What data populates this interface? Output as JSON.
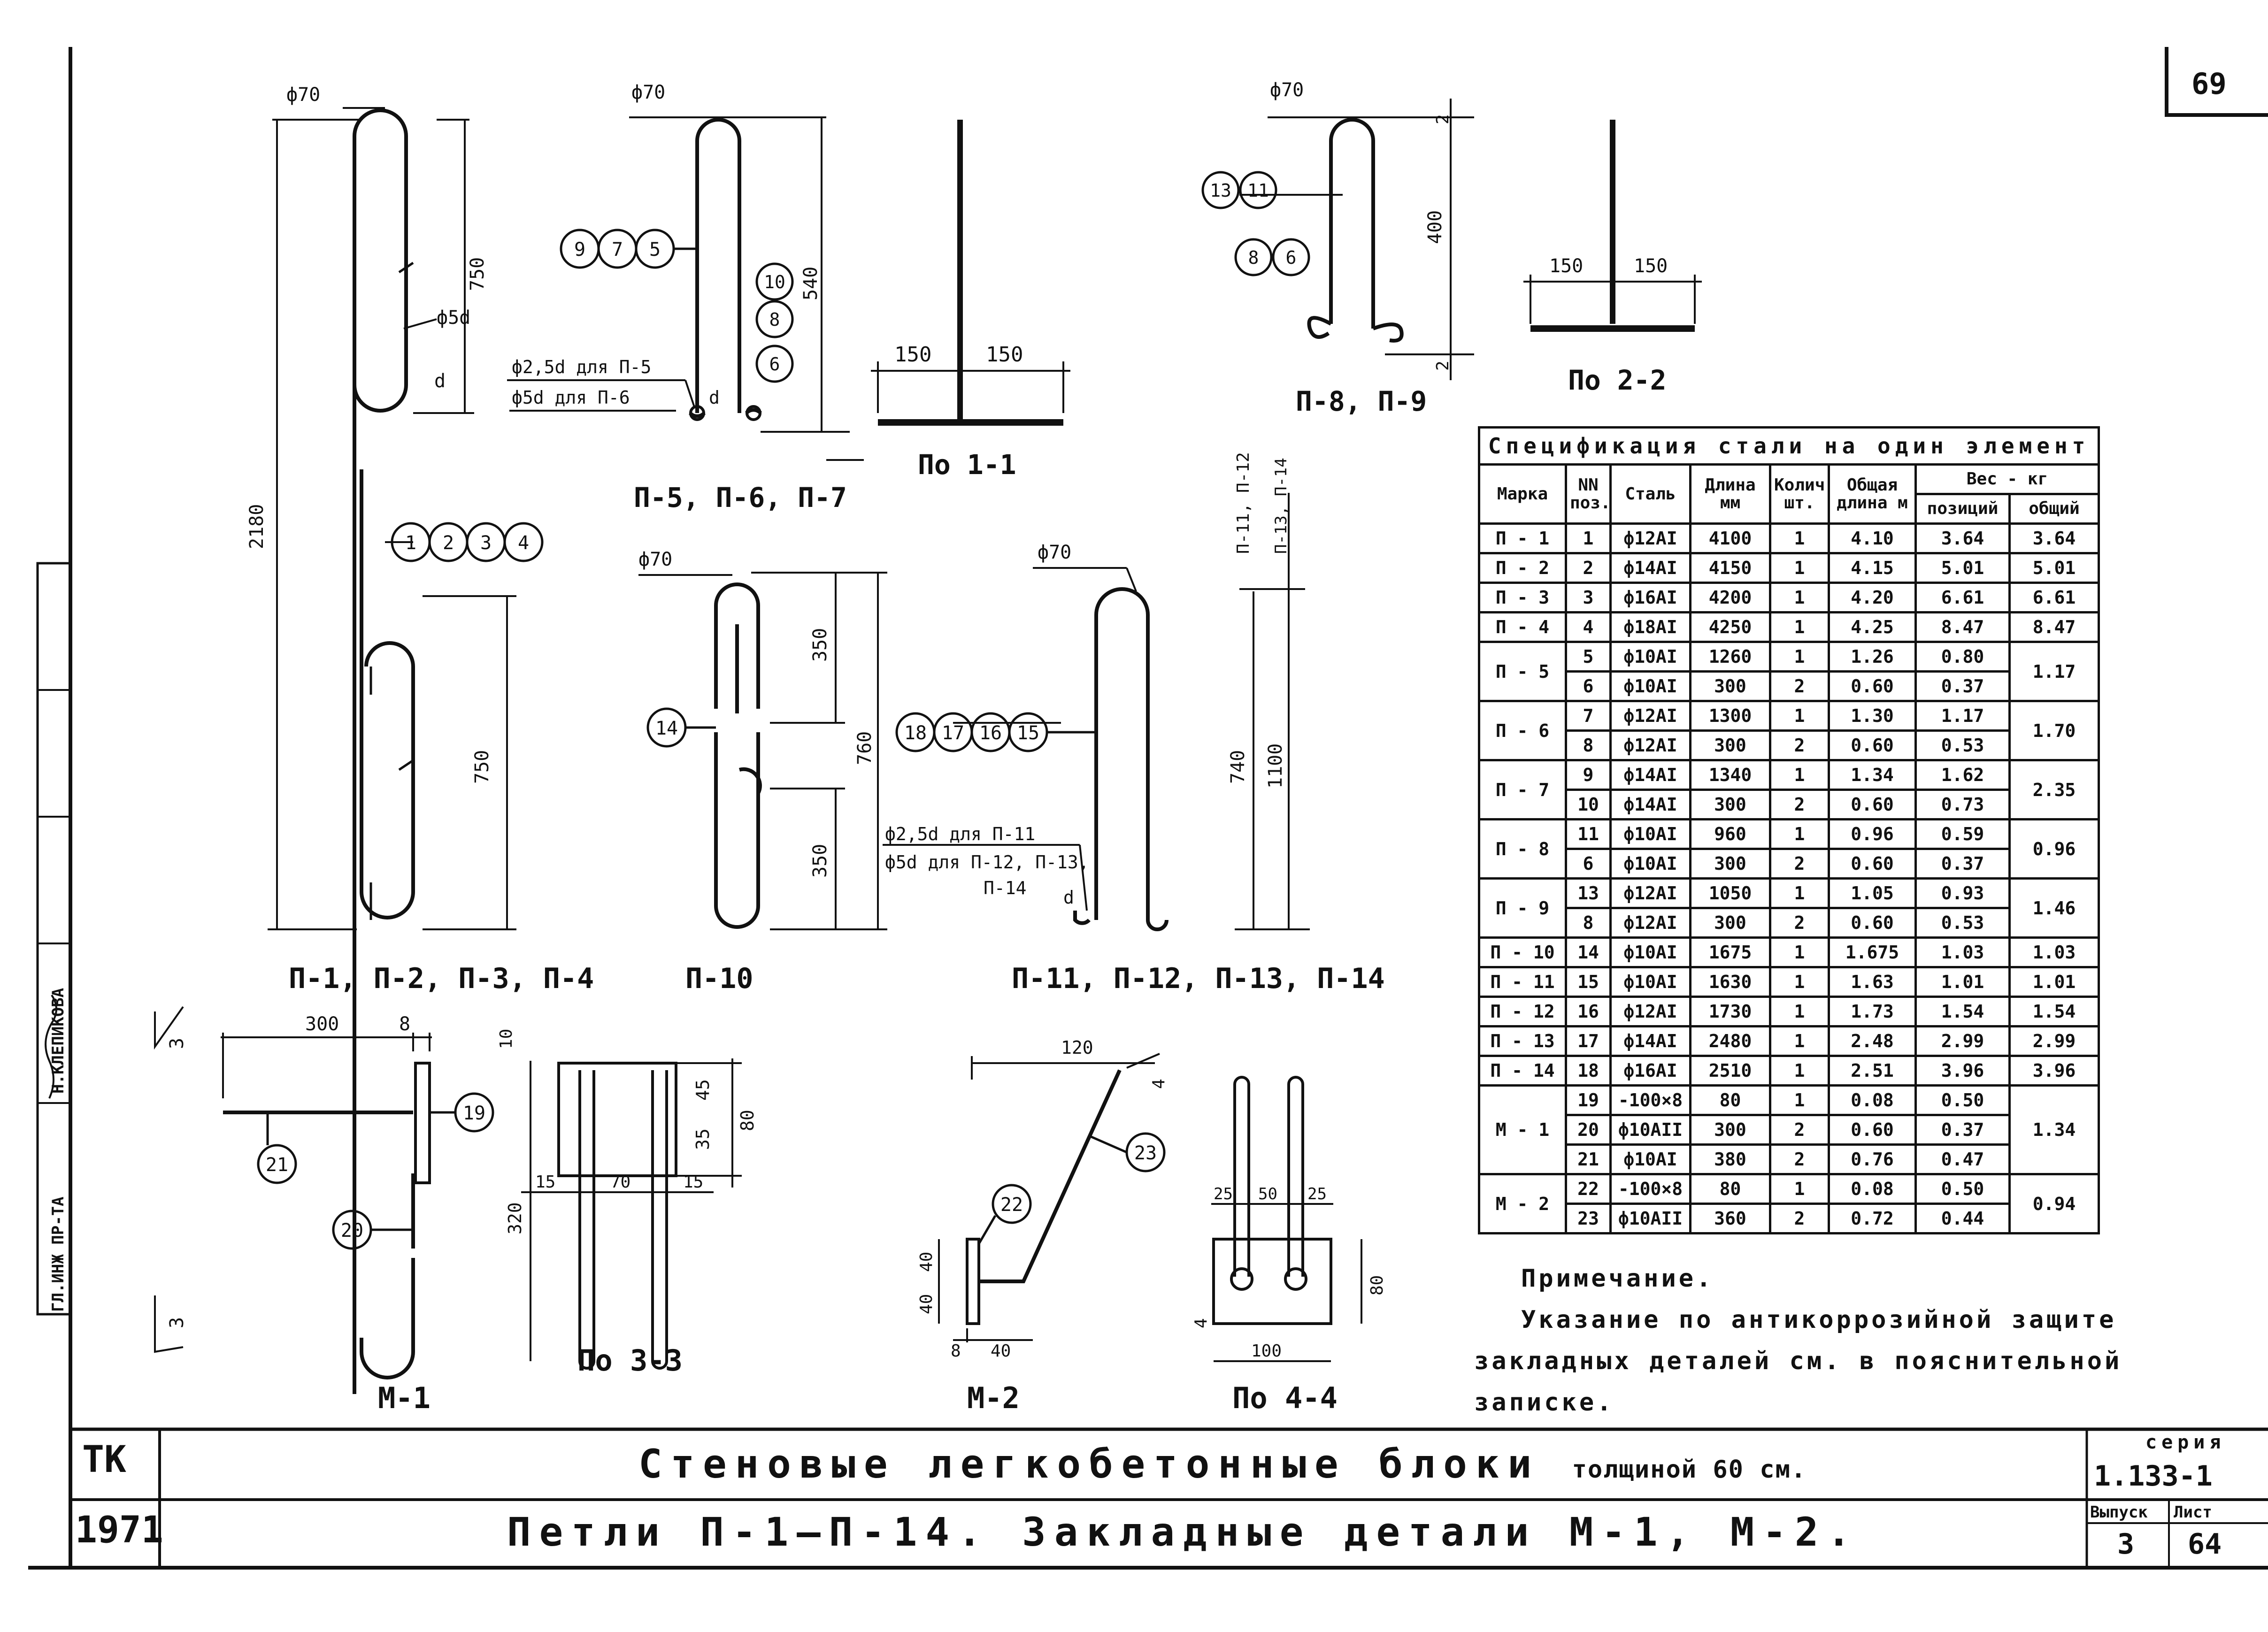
{
  "sheet_number": "69",
  "stamp": {
    "left": "ГЛ.ИНЖ ПР-ТА",
    "right": "Н.КЛЕПИКОВА"
  },
  "drawings": {
    "p1_group": {
      "caption": "П-1, П-2, П-3, П-4",
      "dim_diam": "ф70",
      "dim_750_top": "750",
      "dim_750_bot": "750",
      "dim_total": "2180",
      "dim_5d": "ф5d",
      "label_d": "d",
      "balloons": [
        "1",
        "2",
        "3",
        "4"
      ]
    },
    "p5_group": {
      "caption": "П-5, П-6, П-7",
      "dim_diam": "ф70",
      "dim_540": "540",
      "note1": "ф2,5d для П-5",
      "note2": "ф5d для П-6",
      "label_d": "d",
      "balloons_a": [
        "9",
        "7",
        "5"
      ],
      "balloons_b": [
        "10",
        "8",
        "6"
      ]
    },
    "section_1_1": {
      "caption": "По 1-1",
      "dim_left": "150",
      "dim_right": "150"
    },
    "p8_group": {
      "caption": "П-8, П-9",
      "dim_diam": "ф70",
      "dim_400": "400",
      "dim_2a": "2",
      "dim_2b": "2",
      "balloons_a": [
        "13",
        "11"
      ],
      "balloons_b": [
        "8",
        "6"
      ]
    },
    "section_2_2": {
      "caption": "По 2-2",
      "dim_left": "150",
      "dim_right": "150"
    },
    "p10": {
      "caption": "П-10",
      "dim_diam": "ф70",
      "dim_350a": "350",
      "dim_350b": "350",
      "dim_760": "760",
      "balloon": "14"
    },
    "p11_group": {
      "caption": "П-11, П-12, П-13, П-14",
      "dim_diam": "ф70",
      "dim_740": "740",
      "dim_1100": "1100",
      "head_a": "П-11, П-12",
      "head_b": "П-13, П-14",
      "note1": "ф2,5d для П-11",
      "note2": "ф5d для П-12, П-13,",
      "note3": "П-14",
      "label_d": "d",
      "balloons": [
        "18",
        "17",
        "16",
        "15"
      ]
    },
    "m1": {
      "caption": "М-1",
      "dim_300": "300",
      "dim_8": "8",
      "section_mark": "3",
      "balloons": [
        "19",
        "20",
        "21"
      ]
    },
    "section_3_3": {
      "caption": "По 3-3",
      "dim_10": "10",
      "dim_45": "45",
      "dim_35": "35",
      "dim_80": "80",
      "dim_320": "320",
      "dim_15a": "15",
      "dim_70": "70",
      "dim_15b": "15"
    },
    "m2": {
      "caption": "М-2",
      "dim_120": "120",
      "dim_4": "4",
      "dim_40a": "40",
      "dim_40b": "40",
      "dim_8": "8",
      "dim_40c": "40",
      "balloons": [
        "22",
        "23"
      ]
    },
    "section_4_4": {
      "caption": "По 4-4",
      "dim_25a": "25",
      "dim_50": "50",
      "dim_25b": "25",
      "dim_80": "80",
      "dim_100": "100",
      "dim_4": "4"
    }
  },
  "spec_table": {
    "title": "Спецификация стали на один элемент",
    "headers": {
      "mark": "Марка",
      "pos": "NN поз.",
      "steel": "Сталь",
      "length": "Длина мм",
      "qty": "Колич шт.",
      "total_len": "Общая длина м",
      "weight": "Вес - кг",
      "w_pos": "позиций",
      "w_total": "общий"
    },
    "groups": [
      {
        "mark": "П - 1",
        "total": "3.64",
        "rows": [
          {
            "pos": "1",
            "steel": "ф12АI",
            "len": "4100",
            "qty": "1",
            "tl": "4.10",
            "wp": "3.64"
          }
        ]
      },
      {
        "mark": "П - 2",
        "total": "5.01",
        "rows": [
          {
            "pos": "2",
            "steel": "ф14АI",
            "len": "4150",
            "qty": "1",
            "tl": "4.15",
            "wp": "5.01"
          }
        ]
      },
      {
        "mark": "П - 3",
        "total": "6.61",
        "rows": [
          {
            "pos": "3",
            "steel": "ф16АI",
            "len": "4200",
            "qty": "1",
            "tl": "4.20",
            "wp": "6.61"
          }
        ]
      },
      {
        "mark": "П - 4",
        "total": "8.47",
        "rows": [
          {
            "pos": "4",
            "steel": "ф18АI",
            "len": "4250",
            "qty": "1",
            "tl": "4.25",
            "wp": "8.47"
          }
        ]
      },
      {
        "mark": "П - 5",
        "total": "1.17",
        "rows": [
          {
            "pos": "5",
            "steel": "ф10АI",
            "len": "1260",
            "qty": "1",
            "tl": "1.26",
            "wp": "0.80"
          },
          {
            "pos": "6",
            "steel": "ф10АI",
            "len": "300",
            "qty": "2",
            "tl": "0.60",
            "wp": "0.37"
          }
        ]
      },
      {
        "mark": "П - 6",
        "total": "1.70",
        "rows": [
          {
            "pos": "7",
            "steel": "ф12АI",
            "len": "1300",
            "qty": "1",
            "tl": "1.30",
            "wp": "1.17"
          },
          {
            "pos": "8",
            "steel": "ф12АI",
            "len": "300",
            "qty": "2",
            "tl": "0.60",
            "wp": "0.53"
          }
        ]
      },
      {
        "mark": "П - 7",
        "total": "2.35",
        "rows": [
          {
            "pos": "9",
            "steel": "ф14АI",
            "len": "1340",
            "qty": "1",
            "tl": "1.34",
            "wp": "1.62"
          },
          {
            "pos": "10",
            "steel": "ф14АI",
            "len": "300",
            "qty": "2",
            "tl": "0.60",
            "wp": "0.73"
          }
        ]
      },
      {
        "mark": "П - 8",
        "total": "0.96",
        "rows": [
          {
            "pos": "11",
            "steel": "ф10АI",
            "len": "960",
            "qty": "1",
            "tl": "0.96",
            "wp": "0.59"
          },
          {
            "pos": "6",
            "steel": "ф10АI",
            "len": "300",
            "qty": "2",
            "tl": "0.60",
            "wp": "0.37"
          }
        ]
      },
      {
        "mark": "П - 9",
        "total": "1.46",
        "rows": [
          {
            "pos": "13",
            "steel": "ф12АI",
            "len": "1050",
            "qty": "1",
            "tl": "1.05",
            "wp": "0.93"
          },
          {
            "pos": "8",
            "steel": "ф12АI",
            "len": "300",
            "qty": "2",
            "tl": "0.60",
            "wp": "0.53"
          }
        ]
      },
      {
        "mark": "П - 10",
        "total": "1.03",
        "rows": [
          {
            "pos": "14",
            "steel": "ф10АI",
            "len": "1675",
            "qty": "1",
            "tl": "1.675",
            "wp": "1.03"
          }
        ]
      },
      {
        "mark": "П - 11",
        "total": "1.01",
        "rows": [
          {
            "pos": "15",
            "steel": "ф10АI",
            "len": "1630",
            "qty": "1",
            "tl": "1.63",
            "wp": "1.01"
          }
        ]
      },
      {
        "mark": "П - 12",
        "total": "1.54",
        "rows": [
          {
            "pos": "16",
            "steel": "ф12АI",
            "len": "1730",
            "qty": "1",
            "tl": "1.73",
            "wp": "1.54"
          }
        ]
      },
      {
        "mark": "П - 13",
        "total": "2.99",
        "rows": [
          {
            "pos": "17",
            "steel": "ф14АI",
            "len": "2480",
            "qty": "1",
            "tl": "2.48",
            "wp": "2.99"
          }
        ]
      },
      {
        "mark": "П - 14",
        "total": "3.96",
        "rows": [
          {
            "pos": "18",
            "steel": "ф16АI",
            "len": "2510",
            "qty": "1",
            "tl": "2.51",
            "wp": "3.96"
          }
        ]
      },
      {
        "mark": "М - 1",
        "total": "1.34",
        "rows": [
          {
            "pos": "19",
            "steel": "-100×8",
            "len": "80",
            "qty": "1",
            "tl": "0.08",
            "wp": "0.50"
          },
          {
            "pos": "20",
            "steel": "ф10АII",
            "len": "300",
            "qty": "2",
            "tl": "0.60",
            "wp": "0.37"
          },
          {
            "pos": "21",
            "steel": "ф10АI",
            "len": "380",
            "qty": "2",
            "tl": "0.76",
            "wp": "0.47"
          }
        ]
      },
      {
        "mark": "М - 2",
        "total": "0.94",
        "rows": [
          {
            "pos": "22",
            "steel": "-100×8",
            "len": "80",
            "qty": "1",
            "tl": "0.08",
            "wp": "0.50"
          },
          {
            "pos": "23",
            "steel": "ф10АII",
            "len": "360",
            "qty": "2",
            "tl": "0.72",
            "wp": "0.44"
          }
        ]
      }
    ]
  },
  "note": {
    "title": "Примечание.",
    "text": "Указание по антикоррозийной защите закладных деталей см. в пояснительной записке."
  },
  "title_block": {
    "org": "ТК",
    "year": "1971",
    "title": "Стеновые легкобетонные блоки",
    "title_suffix": "толщиной 60 см.",
    "subtitle": "Петли П-1—П-14. Закладные детали М-1, М-2.",
    "series_label": "серия",
    "series_value": "1.133-1",
    "issue_label": "Выпуск",
    "issue_value": "3",
    "sheet_label": "Лист",
    "sheet_value": "64"
  }
}
